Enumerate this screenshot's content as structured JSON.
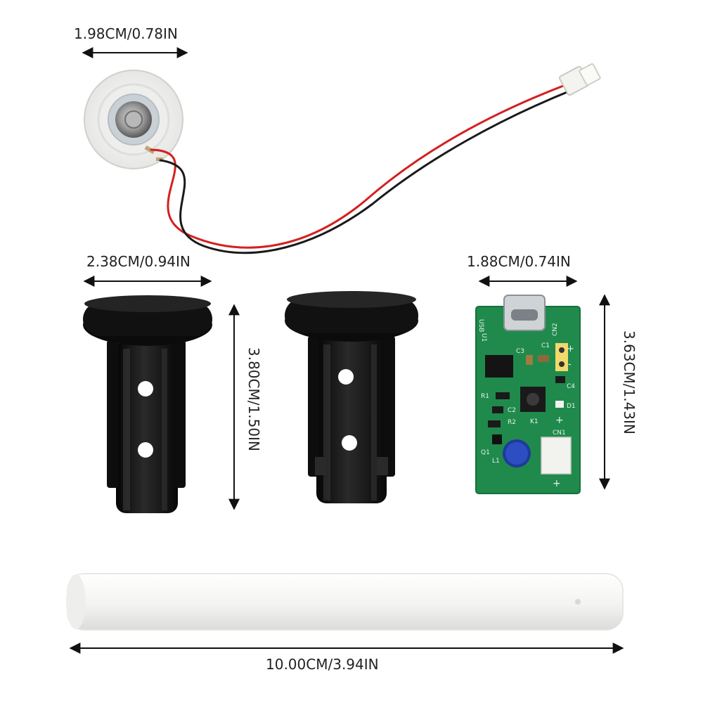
{
  "dimensions": {
    "disc": "1.98CM/0.78IN",
    "cap_width": "2.38CM/0.94IN",
    "cap_height": "3.80CM/1.50IN",
    "board_width": "1.88CM/0.74IN",
    "board_height": "3.63CM/1.43IN",
    "stick_length": "10.00CM/3.94IN"
  },
  "pcb": {
    "usb": "USB",
    "u1": "U1",
    "cn2": "CN2",
    "c1": "C1",
    "c3": "C3",
    "r1": "R1",
    "c2": "C2",
    "r2": "R2",
    "k1": "K1",
    "c4": "C4",
    "d1": "D1",
    "q1": "Q1",
    "l1": "L1",
    "cn1": "CN1",
    "plus": "+",
    "minus": "-"
  },
  "colors": {
    "pcb_green": "#1f8a4c",
    "cap_black": "#151515",
    "wire_red": "#d42020",
    "wire_black": "#1a1a1a",
    "stick_white": "#f4f4f2"
  }
}
